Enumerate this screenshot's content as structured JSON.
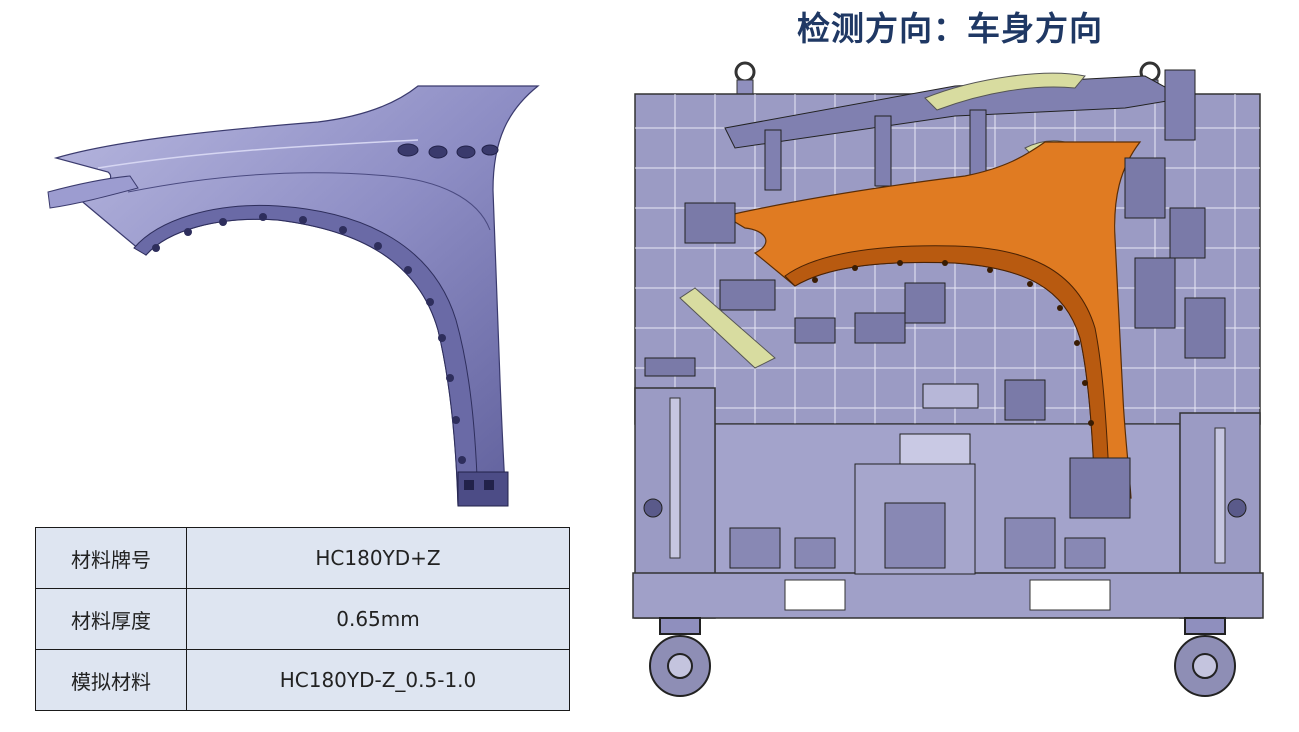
{
  "title": "检测方向：车身方向",
  "spec_table": {
    "rows": [
      {
        "label": "材料牌号",
        "value": "HC180YD+Z"
      },
      {
        "label": "材料厚度",
        "value": "0.65mm"
      },
      {
        "label": "模拟材料",
        "value": "HC180YD-Z_0.5-1.0"
      }
    ]
  },
  "colors": {
    "title": "#1f3864",
    "fender_part": "#7f7fb8",
    "fixture_base": "#9b9bc4",
    "fender_on_fixture": "#e07b22",
    "table_fill": "#dee5f1"
  }
}
